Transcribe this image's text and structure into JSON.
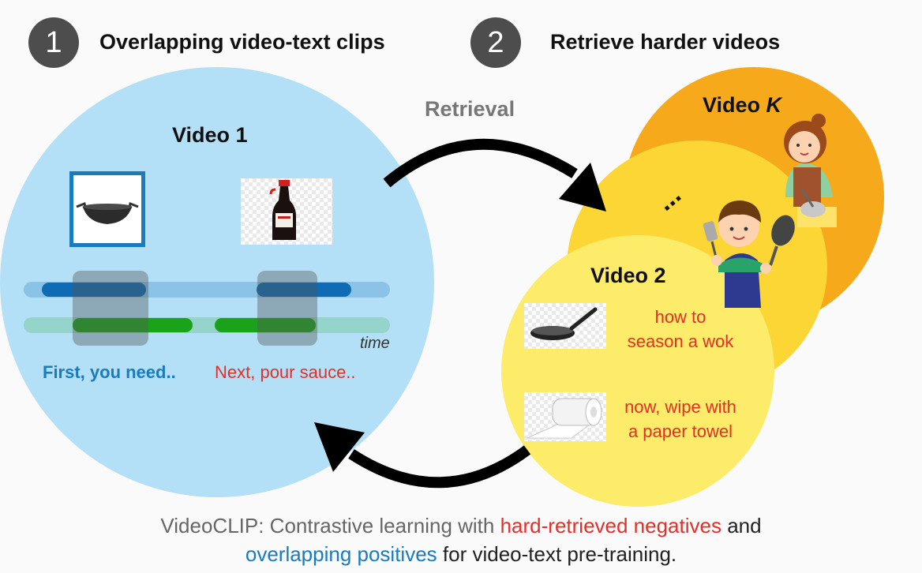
{
  "steps": [
    {
      "number": "1",
      "title": "Overlapping video-text clips"
    },
    {
      "number": "2",
      "title": "Retrieve harder videos"
    }
  ],
  "retrieval_label": "Retrieval",
  "video1": {
    "title": "Video 1",
    "time_label": "time",
    "caption_first": "First, you need..",
    "caption_next": "Next, pour sauce.."
  },
  "video_k": {
    "title_prefix": "Video ",
    "title_var": "K"
  },
  "video_ellipsis": "...",
  "video2": {
    "title": "Video 2",
    "text1_line1": "how to",
    "text1_line2": "season a wok",
    "text2_line1": "now, wipe with",
    "text2_line2": "a paper towel"
  },
  "footer": {
    "p1": "VideoCLIP: Contrastive learning with ",
    "p2": "hard-retrieved negatives",
    "p3": " and",
    "p4": "overlapping positives",
    "p5": " for video-text pre-training."
  },
  "colors": {
    "video1_circle": "#b3e0f7",
    "videok_circle": "#f6a91a",
    "middle_circle": "#fcd634",
    "video2_circle": "#fdeb6a",
    "video_track": "#0e6bb4",
    "text_track": "#1aa31a",
    "positive_blue": "#1a7bbd",
    "negative_red": "#e0302a"
  },
  "icons": [
    "wok-icon",
    "soy-sauce-bottle-icon",
    "frying-pan-icon",
    "paper-towel-icon",
    "woman-mixing-icon",
    "boy-cooking-icon",
    "retrieval-arrow-icon",
    "return-arrow-icon"
  ]
}
